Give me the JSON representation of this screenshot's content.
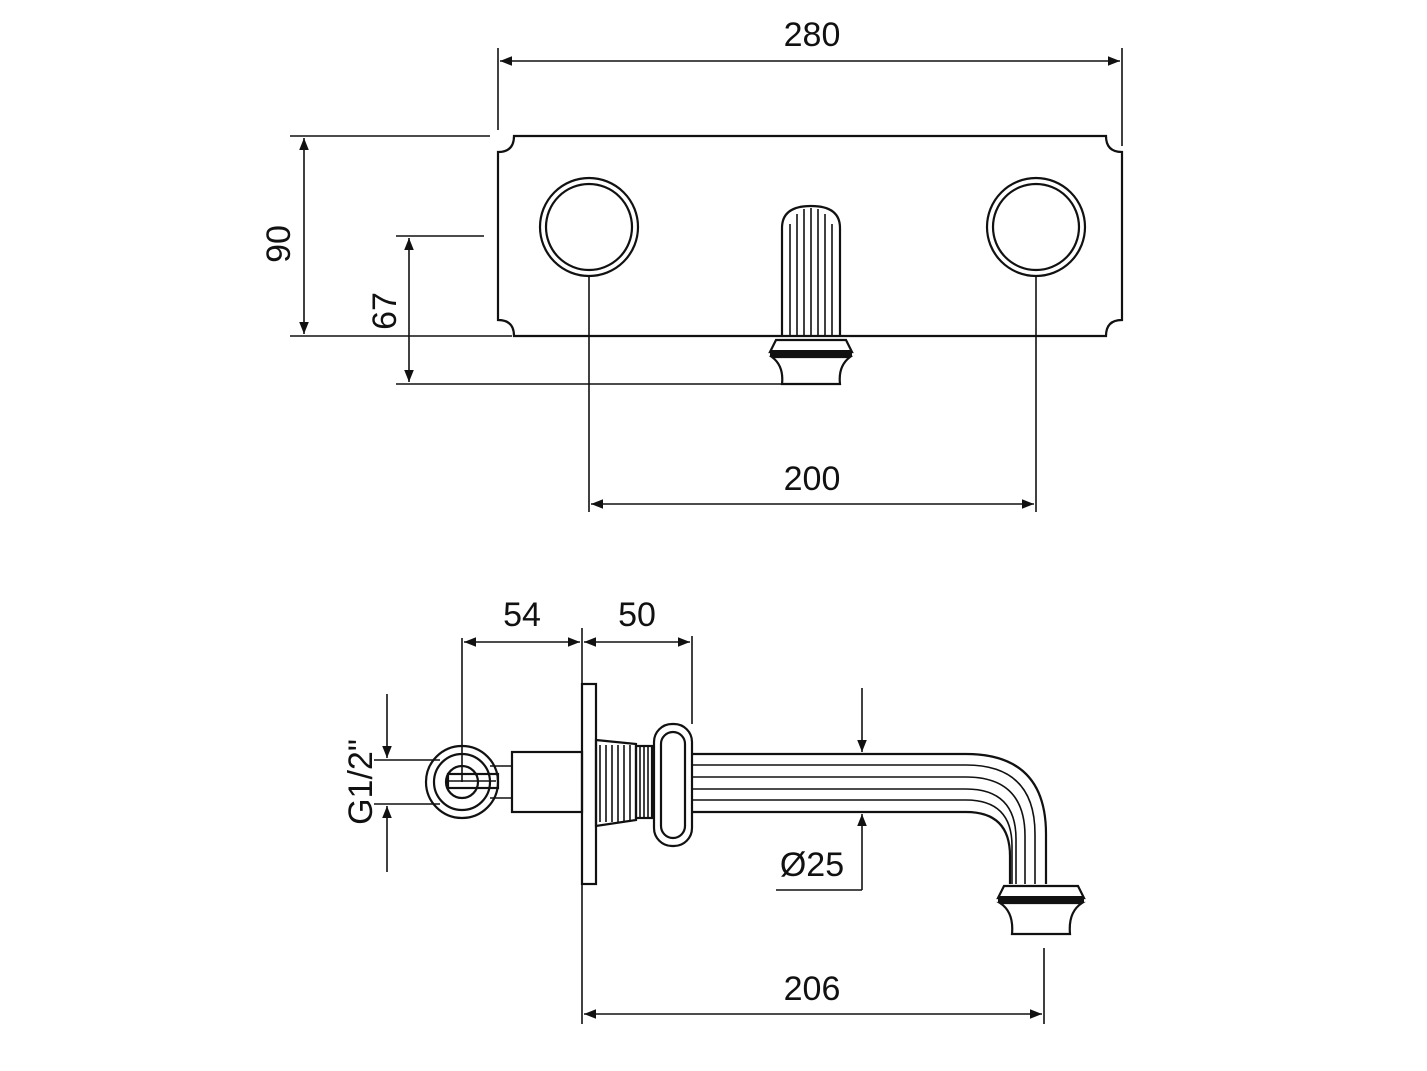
{
  "colors": {
    "line": "#111111",
    "background": "#ffffff"
  },
  "front_view": {
    "dim_width_overall": "280",
    "dim_height_plate": "90",
    "dim_spout_height": "67",
    "dim_handle_spacing": "200"
  },
  "side_view": {
    "dim_inlet_to_wall": "54",
    "dim_wall_to_handle": "50",
    "dim_thread": "G1/2\"",
    "dim_spout_diameter": "Ø25",
    "dim_spout_projection": "206"
  }
}
